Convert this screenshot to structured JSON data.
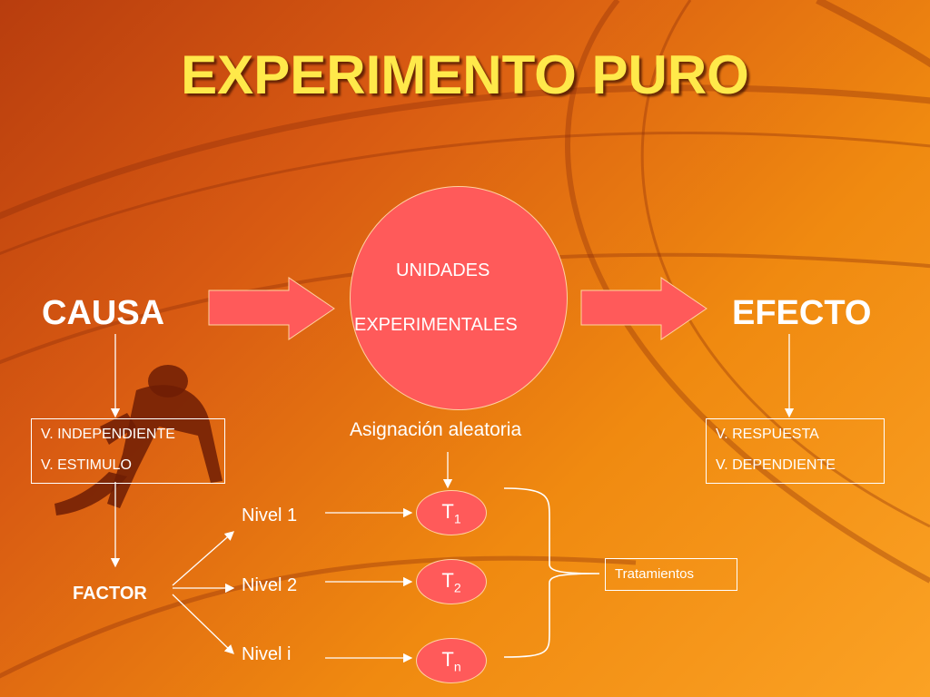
{
  "title": "EXPERIMENTO PURO",
  "causa": "CAUSA",
  "efecto": "EFECTO",
  "circle": {
    "line1": "UNIDADES",
    "line2": "EXPERIMENTALES"
  },
  "left_box": {
    "line1": "V. INDEPENDIENTE",
    "line2": "V. ESTIMULO"
  },
  "right_box": {
    "line1": "V. RESPUESTA",
    "line2": "V. DEPENDIENTE"
  },
  "asignacion": "Asignación aleatoria",
  "factor": "FACTOR",
  "levels": [
    "Nivel 1",
    "Nivel 2",
    "Nivel i"
  ],
  "treatments": [
    {
      "base": "T",
      "sub": "1"
    },
    {
      "base": "T",
      "sub": "2"
    },
    {
      "base": "T",
      "sub": "n"
    }
  ],
  "tratamientos": "Tratamientos",
  "colors": {
    "title": "#ffe94a",
    "shape_fill": "#ff5a5a",
    "text": "#ffffff"
  }
}
